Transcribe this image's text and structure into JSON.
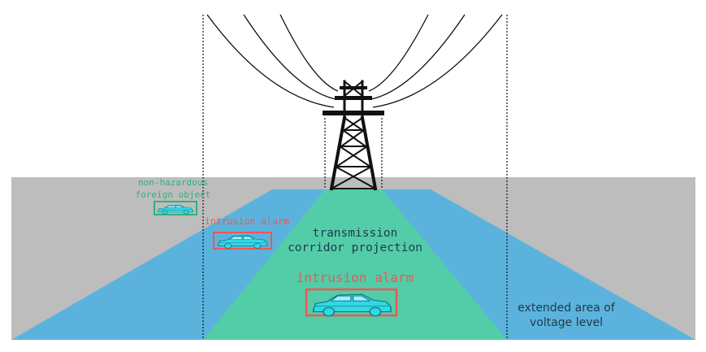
{
  "labels": {
    "non_hazardous_line1": "non-hazardous",
    "non_hazardous_line2": "foreign object",
    "intrusion_alarm_small": "intrusion alarm",
    "transmission_line1": "transmission",
    "transmission_line2": "corridor projection",
    "intrusion_alarm_large": "intrusion alarm",
    "extended_line1": "extended area of",
    "extended_line2": "voltage level"
  },
  "colors": {
    "ground": "#bdbdbd",
    "extended_area": "#5bb3dd",
    "corridor": "#52cda8",
    "alarm": "#f2554f",
    "non_hazardous": "#2bb37a",
    "car": "#32d8e6",
    "tower": "#111111",
    "wire": "#111111",
    "label_dark": "#1f3a4a"
  },
  "icons": {
    "tower": "transmission-tower-icon",
    "car": "car-icon"
  }
}
